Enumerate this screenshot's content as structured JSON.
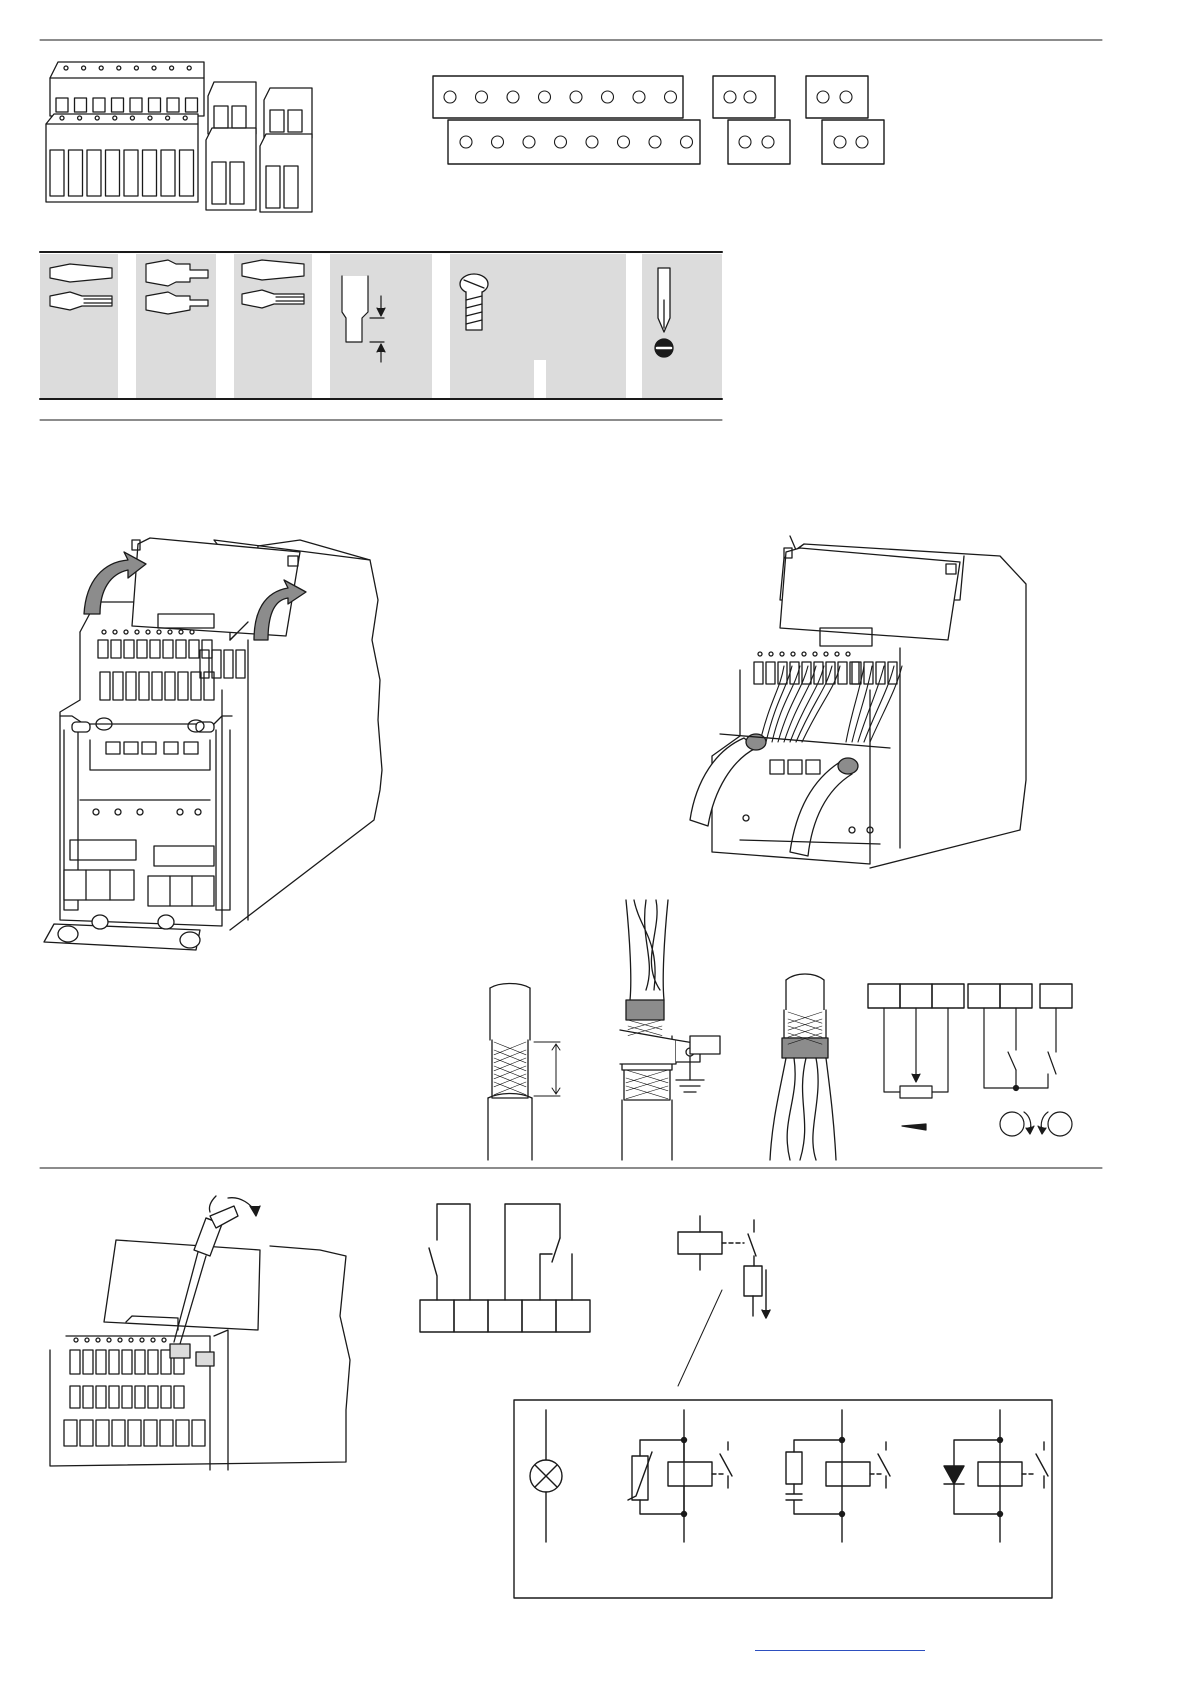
{
  "colors": {
    "line": "#1a1a1a",
    "table_fill": "#dcdcdc",
    "shield_fill": "#8c8c8c",
    "link": "#2d4fbf"
  },
  "icons": {
    "terminal_blocks": "terminal-block-icon",
    "ferrules": "wire-ferrule-icon",
    "screw": "slotted-screw-icon",
    "screwdriver": "flat-screwdriver-icon",
    "lamp": "lamp-icon",
    "diode": "diode-icon",
    "varistor": "varistor-icon",
    "ground": "ground-icon",
    "potentiometer": "potentiometer-icon"
  },
  "terminal_schematic": {
    "row1_holes": 8,
    "row2_holes": 8,
    "pair_holes": 2
  }
}
